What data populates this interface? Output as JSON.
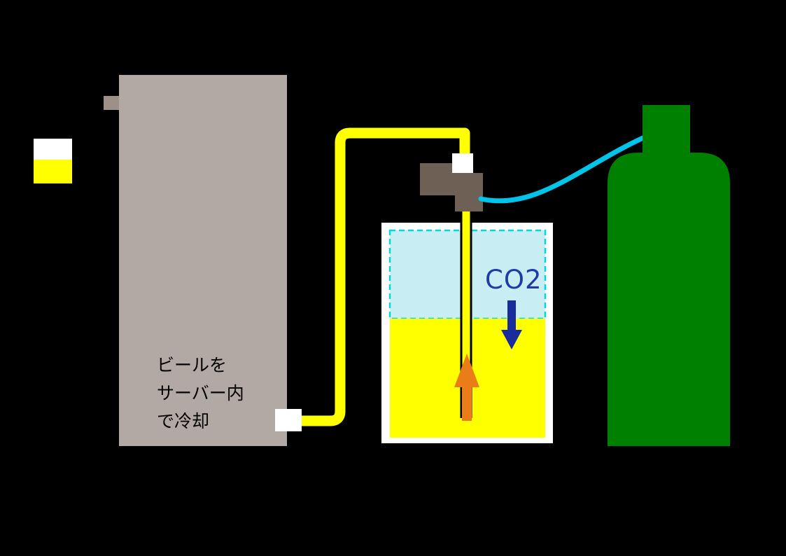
{
  "labels": {
    "co2": "CO2",
    "server_note": {
      "line1": "ビールを",
      "line2": "サーバー内",
      "line3": "で冷却"
    }
  },
  "icons": {
    "tap": "beer-tap-icon",
    "beer_flow": "up-arrow-icon",
    "co2_flow": "down-arrow-icon"
  },
  "colors": {
    "background": "#000000",
    "tap": "#000000",
    "tap_connector": "#9c9088",
    "server_body": "#b3a9a4",
    "foam": "#ffffff",
    "beer": "#ffff00",
    "keg_body": "#ffffff",
    "gas_fill": "#c8edf2",
    "gas_border": "#00d8e0",
    "tube_gas": "#00c4ea",
    "coupler": "#6f6055",
    "cylinder": "#008000",
    "co2_text": "#1f3ba6",
    "co2_arrow": "#182d9b",
    "beer_arrow": "#ea7d18"
  }
}
